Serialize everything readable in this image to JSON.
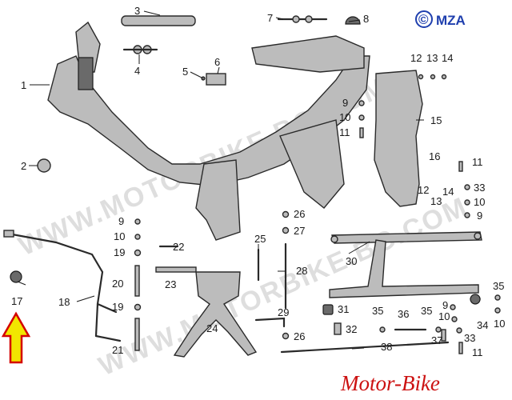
{
  "copyright": {
    "symbol": "©",
    "text": "MZA",
    "color": "#1f3fae"
  },
  "brand": {
    "text": "Motor-Bike",
    "color": "#cc1111"
  },
  "watermark": {
    "text": "WWW.MOTORBIKE.BG.COM"
  },
  "arrow": {
    "fill": "#f2e600",
    "stroke": "#d40000"
  },
  "callouts": {
    "n1": "1",
    "n2": "2",
    "n3": "3",
    "n4": "4",
    "n5": "5",
    "n6": "6",
    "n7": "7",
    "n8": "8",
    "n9a": "9",
    "n9b": "9",
    "n9c": "9",
    "n9d": "9",
    "n10a": "10",
    "n10b": "10",
    "n10c": "10",
    "n10d": "10",
    "n10e": "10",
    "n11a": "11",
    "n11b": "11",
    "n11c": "11",
    "n12a": "12",
    "n12b": "12",
    "n13a": "13",
    "n13b": "13",
    "n14a": "14",
    "n14b": "14",
    "n15": "15",
    "n16": "16",
    "n17": "17",
    "n18": "18",
    "n19a": "19",
    "n19b": "19",
    "n20": "20",
    "n21": "21",
    "n22": "22",
    "n23": "23",
    "n24": "24",
    "n25": "25",
    "n26a": "26",
    "n26b": "26",
    "n27": "27",
    "n28": "28",
    "n29": "29",
    "n30": "30",
    "n31": "31",
    "n32": "32",
    "n33a": "33",
    "n33b": "33",
    "n34": "34",
    "n35a": "35",
    "n35b": "35",
    "n35c": "35",
    "n36": "36",
    "n37": "37",
    "n38": "38"
  }
}
